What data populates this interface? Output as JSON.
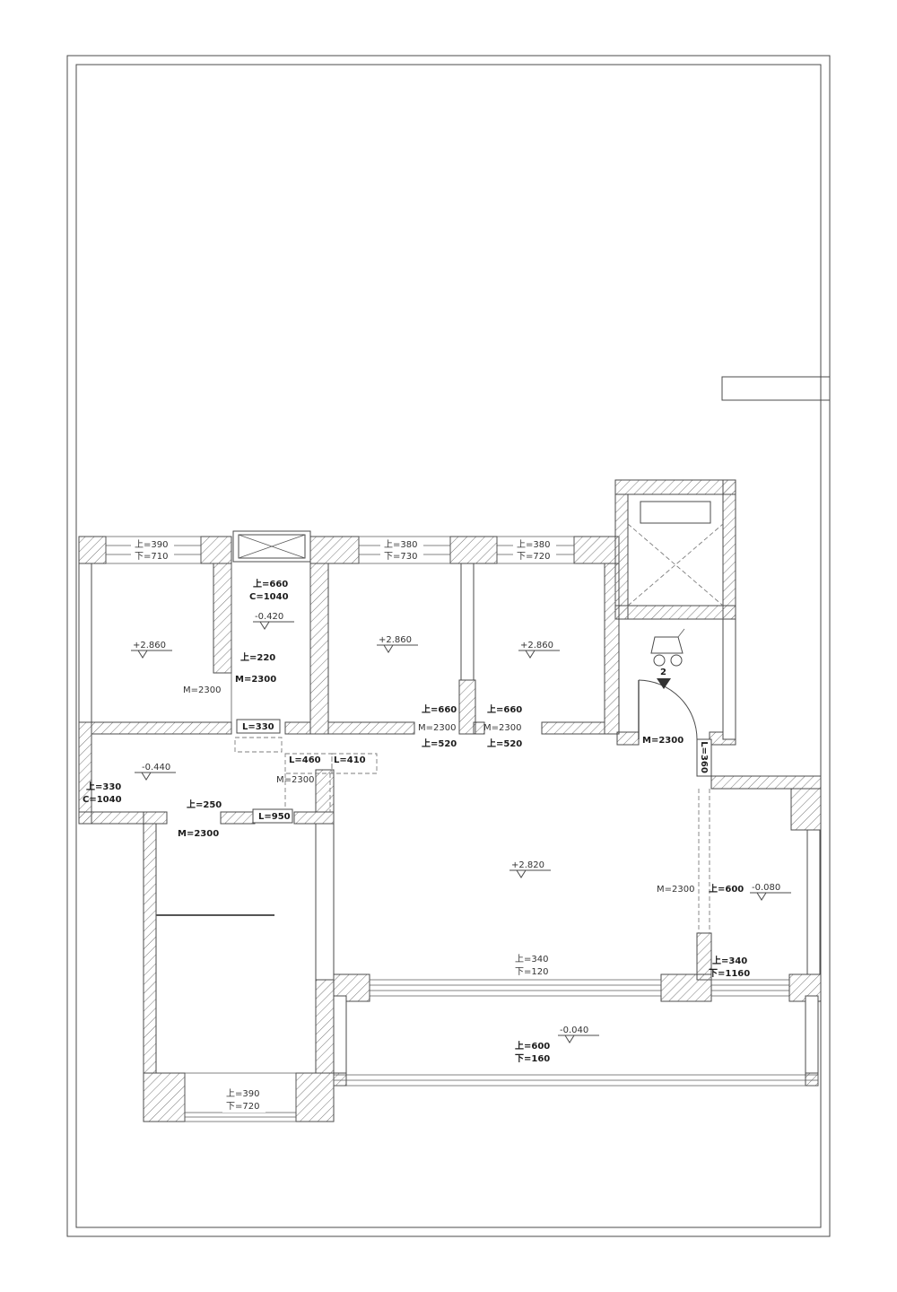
{
  "drawing": {
    "title": "residential floor plan",
    "colors": {
      "line": "#4b4b4b",
      "wall_hatch": "#777777",
      "text": "#333333",
      "background": "#ffffff"
    },
    "labels": {
      "top_win_left": {
        "u": "上=390",
        "d": "下=710"
      },
      "top_win_mid": {
        "u": "上=380",
        "d": "下=730"
      },
      "top_win_right": {
        "u": "上=380",
        "d": "下=720"
      },
      "flue": {
        "u": "上=660",
        "c": "C=1040"
      },
      "level_duct": "-0.420",
      "level_bed_left": "+2.860",
      "level_bed_mid": "+2.860",
      "level_bed_right": "+2.860",
      "level_living": "+2.820",
      "level_bath": "-0.440",
      "level_kitchen": "-0.080",
      "level_balcony": "-0.040",
      "door_bed_left_sill": "上=220",
      "door_bed_left": "M=2300",
      "door_bed_left_w": "M=2300",
      "door_mid_1": {
        "u": "上=660",
        "m": "M=2300",
        "s": "上=520"
      },
      "door_mid_2": {
        "u": "上=660",
        "m": "M=2300",
        "s": "上=520"
      },
      "beam_l330": "L=330",
      "beam_l460": "L=460",
      "beam_l410": "L=410",
      "beam_l950": "L=950",
      "beam_l360": "L=360",
      "door_entry": "M=2300",
      "door_corridor": "M=2300",
      "bath_win": {
        "u": "上=330",
        "c": "C=1040"
      },
      "bath_door_sill": "上=250",
      "door_bed_lower": "M=2300",
      "kitchen_opening": "M=2300",
      "kitchen_sill": "上=600",
      "balcony_win": {
        "u": "上=340",
        "d": "下=120"
      },
      "kitchen_win": {
        "u": "上=340",
        "d": "下=1160"
      },
      "balcony_door": {
        "u": "上=600",
        "d": "下=160"
      },
      "bottom_win": {
        "u": "上=390",
        "d": "下=720"
      },
      "marker_2": "2"
    }
  }
}
